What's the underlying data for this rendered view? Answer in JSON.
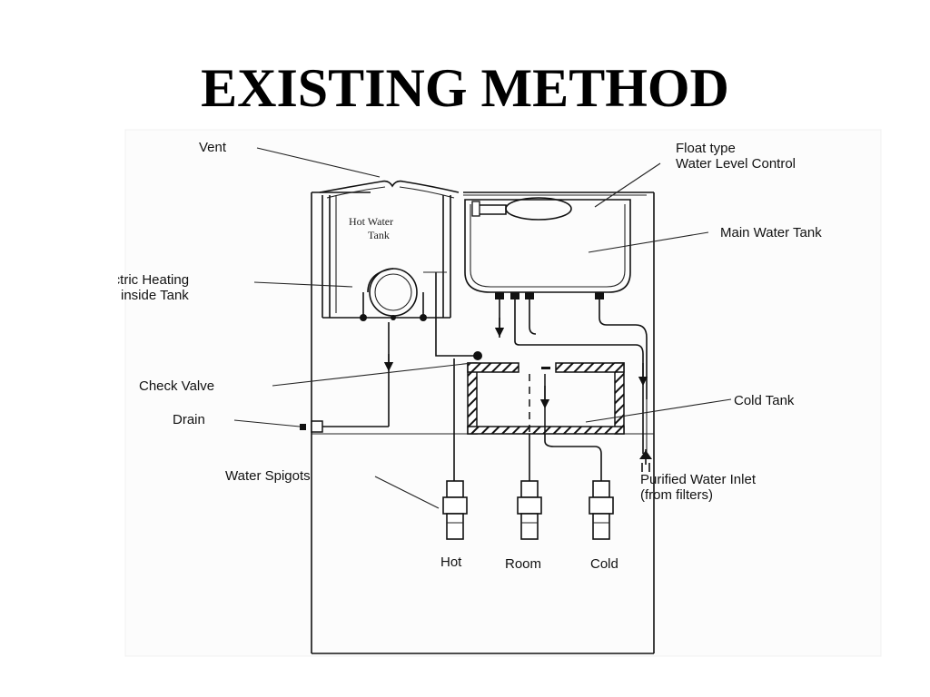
{
  "title": "EXISTING METHOD",
  "diagram": {
    "labels": {
      "vent": "Vent",
      "float_line1": "Float type",
      "float_line2": "Water Level Control",
      "hot_tank_line1": "Hot Water",
      "hot_tank_line2": "Tank",
      "main_tank": "Main Water Tank",
      "heating_line1": "Electric Heating",
      "heating_line2": "Coil inside Tank",
      "check_valve": "Check Valve",
      "cold_tank": "Cold Tank",
      "drain": "Drain",
      "spigots": "Water Spigots",
      "inlet_line1": "Purified Water Inlet",
      "inlet_line2": "(from filters)",
      "hot": "Hot",
      "room": "Room",
      "cold": "Cold"
    }
  }
}
